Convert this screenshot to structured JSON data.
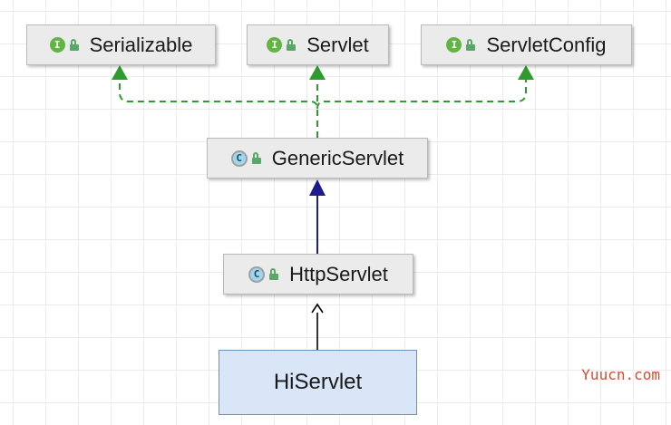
{
  "nodes": {
    "serializable": {
      "label": "Serializable",
      "kind": "interface",
      "badge": "I"
    },
    "servlet": {
      "label": "Servlet",
      "kind": "interface",
      "badge": "I"
    },
    "servletconfig": {
      "label": "ServletConfig",
      "kind": "interface",
      "badge": "I"
    },
    "genericservlet": {
      "label": "GenericServlet",
      "kind": "class",
      "badge": "C"
    },
    "httpservlet": {
      "label": "HttpServlet",
      "kind": "class",
      "badge": "C"
    },
    "hiservlet": {
      "label": "HiServlet",
      "kind": "user-class"
    }
  },
  "edges": [
    {
      "from": "GenericServlet",
      "to": "Serializable",
      "type": "implements",
      "style": "dashed",
      "color": "#2e9b2e"
    },
    {
      "from": "GenericServlet",
      "to": "Servlet",
      "type": "implements",
      "style": "dashed",
      "color": "#2e9b2e"
    },
    {
      "from": "GenericServlet",
      "to": "ServletConfig",
      "type": "implements",
      "style": "dashed",
      "color": "#2e9b2e"
    },
    {
      "from": "HttpServlet",
      "to": "GenericServlet",
      "type": "extends",
      "style": "solid",
      "color": "#1c1c8c"
    },
    {
      "from": "HiServlet",
      "to": "HttpServlet",
      "type": "extends",
      "style": "solid",
      "color": "#000000"
    }
  ],
  "watermark": "Yuucn.com",
  "colors": {
    "interface_badge": "#62b543",
    "class_badge": "#40b6e0",
    "lock": "#59a869",
    "implements": "#2e9b2e",
    "extends": "#1c1c8c",
    "leaf_fill": "#d8e6f8",
    "watermark": "#d84a2e"
  }
}
